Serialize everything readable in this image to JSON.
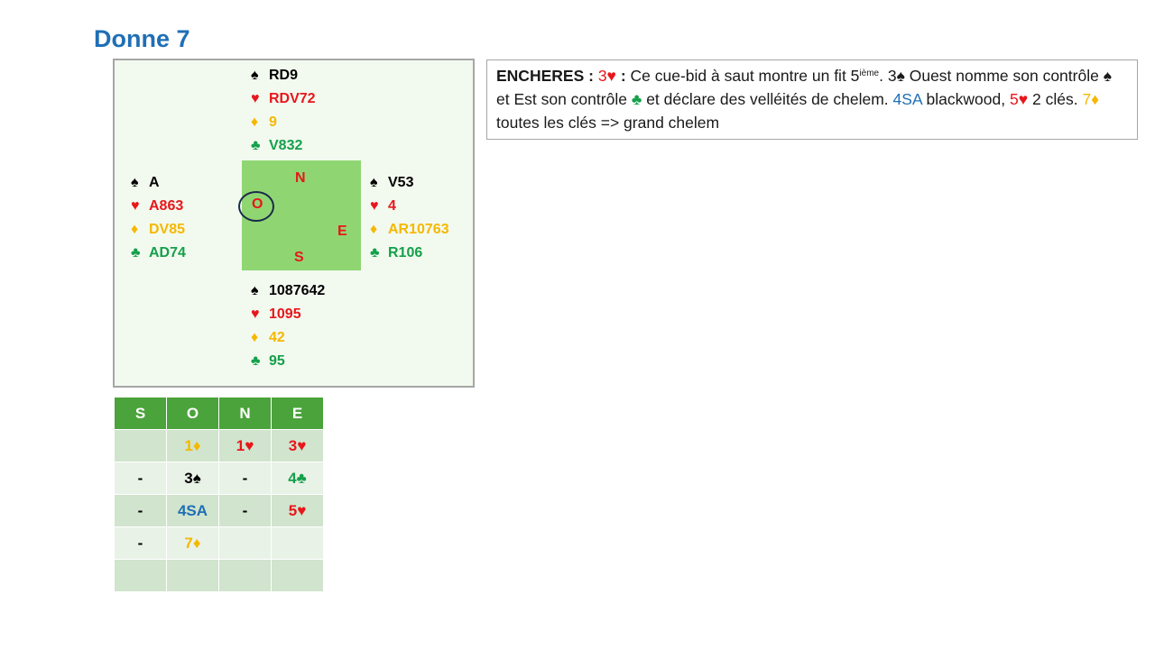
{
  "title": "Donne 7",
  "deal": {
    "north": {
      "spades": "RD9",
      "hearts": "RDV72",
      "diamonds": "9",
      "clubs": "V832"
    },
    "west": {
      "spades": "A",
      "hearts": "A863",
      "diamonds": "DV85",
      "clubs": "AD74"
    },
    "east": {
      "spades": "V53",
      "hearts": "4",
      "diamonds": "AR10763",
      "clubs": "R106"
    },
    "south": {
      "spades": "1087642",
      "hearts": "1095",
      "diamonds": "42",
      "clubs": "95"
    }
  },
  "compass": {
    "n": "N",
    "o": "O",
    "e": "E",
    "s": "S"
  },
  "suits": {
    "spades": "♠",
    "hearts": "♥",
    "diamonds": "♦",
    "clubs": "♣"
  },
  "colors": {
    "spades": "#000000",
    "hearts": "#e8161b",
    "diamonds": "#f5b800",
    "clubs": "#14a04a",
    "title": "#1f6fb5",
    "table_header": "#4aa33b"
  },
  "comment": {
    "label": "ENCHERES :",
    "bid1": "3",
    "t1": "Ce cue-bid à saut montre un fit 5",
    "sup": "ième",
    "t2": ". 3",
    "t3": "Ouest nomme son contrôle",
    "t4": "et Est son contrôle",
    "t5": "et déclare des velléités de chelem.",
    "bid4sa": "4SA",
    "t6": "blackwood,",
    "bid5": "5",
    "t7": "2 clés.",
    "bid7": "7",
    "t8": "toutes les clés => grand chelem"
  },
  "auction": {
    "headers": [
      "S",
      "O",
      "N",
      "E"
    ],
    "rows": [
      [
        "",
        "1",
        "1",
        "3"
      ],
      [
        "-",
        "3",
        "-",
        "4"
      ],
      [
        "-",
        "4SA",
        "-",
        "5"
      ],
      [
        "-",
        "7",
        "",
        ""
      ],
      [
        "",
        "",
        "",
        ""
      ]
    ]
  }
}
